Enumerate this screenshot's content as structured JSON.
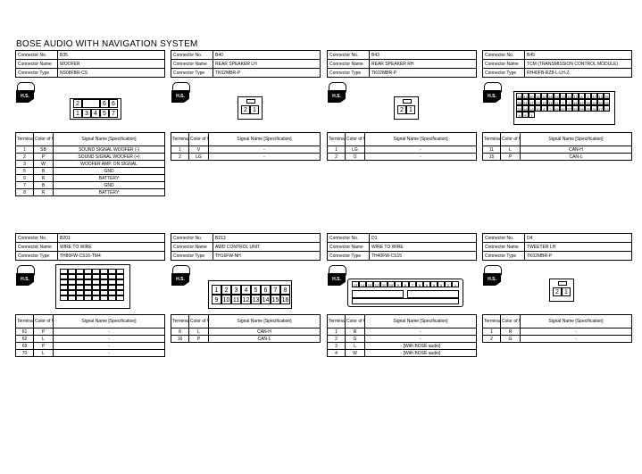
{
  "page_title": "BOSE AUDIO WITH NAVIGATION SYSTEM",
  "labels": {
    "connector_no": "Connector No.",
    "connector_name": "Connector Name",
    "connector_type": "Connector Type",
    "hs": "H.S.",
    "terminal_no": "Terminal No.",
    "color_of_wire": "Color of Wire",
    "signal_name": "Signal Name [Specification]"
  },
  "connectors": [
    {
      "no": "B35",
      "name": "WOOFER",
      "type": "NS08FBR-CS",
      "pins": [
        "2",
        "",
        "6",
        "1",
        "3",
        "4",
        "5",
        "7"
      ],
      "rows": [
        [
          "1",
          "SB",
          "SOUND SIGNAL WOOFER (-)"
        ],
        [
          "2",
          "P",
          "SOUND SIGNAL WOOFER (+)"
        ],
        [
          "3",
          "W",
          "WOOFER AMP. ON SIGNAL"
        ],
        [
          "5",
          "B",
          "GND"
        ],
        [
          "6",
          "R",
          "BATTERY"
        ],
        [
          "7",
          "B",
          "GND"
        ],
        [
          "8",
          "R",
          "BATTERY"
        ]
      ]
    },
    {
      "no": "B40",
      "name": "REAR SPEAKER LH",
      "type": "TK02MBR-P",
      "pins": [
        "2",
        "1"
      ],
      "rows": [
        [
          "1",
          "V",
          "-"
        ],
        [
          "2",
          "LG",
          "-"
        ]
      ]
    },
    {
      "no": "B43",
      "name": "REAR SPEAKER RH",
      "type": "TK02MBR-P",
      "pins": [
        "2",
        "1"
      ],
      "rows": [
        [
          "1",
          "LG",
          "-"
        ],
        [
          "2",
          "O",
          "-"
        ]
      ]
    },
    {
      "no": "B45",
      "name": "TCM (TRANSMISSION CONTROL MODULE)",
      "type": "RH40FB-RZ8-L-LH-Z",
      "pins": [
        "48",
        "44",
        "40",
        "36",
        "32",
        "28",
        "24",
        "20",
        "16",
        "12",
        "8",
        "4",
        "47",
        "43",
        "39",
        "35",
        "31",
        "27",
        "23",
        "19",
        "15",
        "11",
        "7",
        "3",
        "46",
        "42",
        "38",
        "34",
        "30",
        "26",
        "22",
        "18",
        "14",
        "10",
        "6",
        "2",
        "45",
        "41",
        "37",
        "33",
        "29",
        "25",
        "21",
        "17",
        "13",
        "9",
        "5",
        "1"
      ],
      "rows": [
        [
          "11",
          "L",
          "CAN-H"
        ],
        [
          "15",
          "P",
          "CAN-L"
        ]
      ]
    },
    {
      "no": "B201",
      "name": "WIRE TO WIRE",
      "type": "TH80FW-CS16-TM4",
      "pins": [],
      "rows": [
        [
          "61",
          "P",
          "-"
        ],
        [
          "62",
          "L",
          "-"
        ],
        [
          "69",
          "P",
          "-"
        ],
        [
          "70",
          "L",
          "-"
        ]
      ]
    },
    {
      "no": "B213",
      "name": "AWD CONTROL UNIT",
      "type": "TH16FW-NH",
      "pins": [
        "1",
        "2",
        "3",
        "4",
        "5",
        "6",
        "7",
        "8",
        "9",
        "10",
        "11",
        "12",
        "13",
        "14",
        "15",
        "16"
      ],
      "rows": [
        [
          "8",
          "L",
          "CAN-H"
        ],
        [
          "16",
          "P",
          "CAN-L"
        ]
      ]
    },
    {
      "no": "D1",
      "name": "WIRE TO WIRE",
      "type": "TH40FW-CS15",
      "pins": [
        "13",
        "14",
        "15",
        "12",
        "11",
        "10",
        "9",
        "8",
        "7",
        "6",
        "5",
        "4",
        "3",
        "2",
        "1"
      ],
      "rows": [
        [
          "1",
          "R",
          "-"
        ],
        [
          "2",
          "G",
          "-"
        ],
        [
          "3",
          "L",
          "- [With BOSE audio]"
        ],
        [
          "4",
          "W",
          "- [With BOSE audio]"
        ]
      ]
    },
    {
      "no": "D4",
      "name": "TWEETER LH",
      "type": "TK02MBR-P",
      "pins": [
        "2",
        "1"
      ],
      "rows": [
        [
          "1",
          "R",
          "-"
        ],
        [
          "2",
          "G",
          "-"
        ]
      ]
    }
  ]
}
